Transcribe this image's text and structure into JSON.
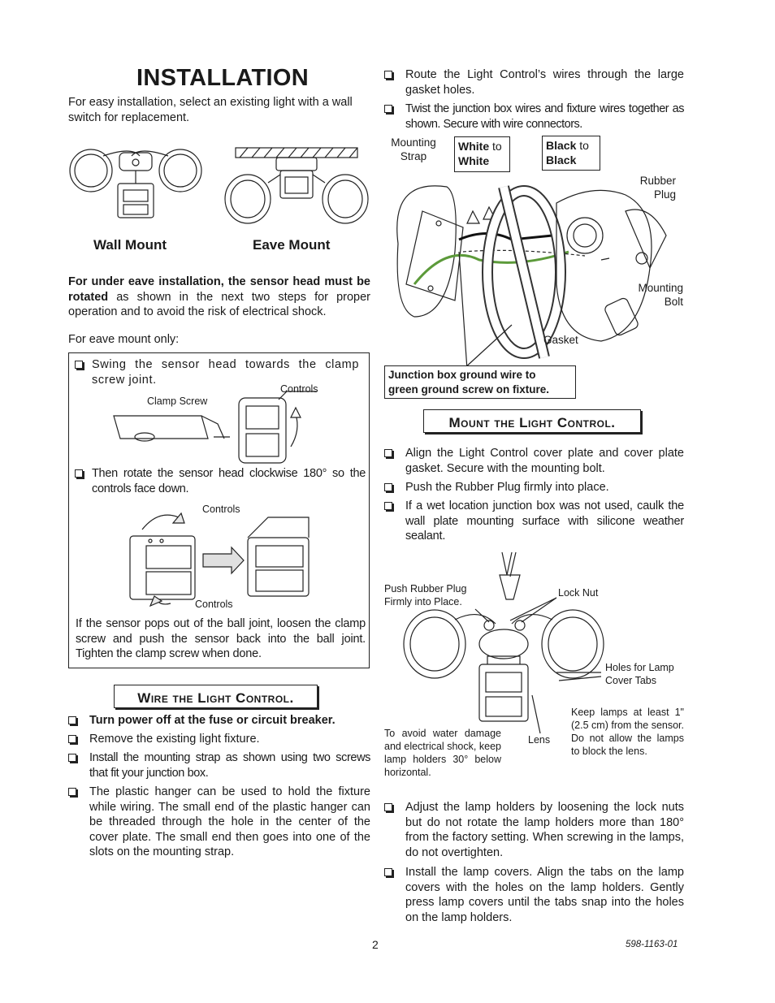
{
  "title": "INSTALLATION",
  "intro": "For easy installation, select an existing light with a wall switch for replacement.",
  "mount_labels": {
    "wall": "Wall Mount",
    "eave": "Eave Mount"
  },
  "eave_note": {
    "bold": "For under eave installation, the sensor head must be rotated",
    "rest": " as shown in the next two steps for proper operation and to avoid the risk of electrical shock."
  },
  "eave_only": "For eave mount only:",
  "eave_box": {
    "step1": "Swing the sensor head towards the clamp screw joint.",
    "label_controls": "Controls",
    "label_clamp": "Clamp Screw",
    "step2": "Then rotate the sensor head clockwise 180° so the controls face down.",
    "label_controls_top": "Controls",
    "label_controls_bottom": "Controls",
    "pop_note": "If the sensor pops out of the ball joint, loosen the clamp screw and push the sensor back into the ball joint. Tighten the clamp screw when done."
  },
  "wire_section": {
    "heading": "Wire the Light Control.",
    "items": [
      "Turn power off at the fuse or circuit breaker.",
      "Remove the existing light fixture.",
      "Install the mounting strap as shown using two screws that fit your junction box.",
      "The plastic hanger can be used to hold the fixture while wiring. The small end of the plastic hanger can be threaded through the hole in the center of the cover plate. The small end then goes into one of the slots on the mounting strap."
    ]
  },
  "right_top": [
    "Route the Light Control’s wires through the large gasket holes.",
    "Twist the junction box wires and fixture wires together as shown. Secure with wire connectors."
  ],
  "wiring_diagram": {
    "mounting_strap": [
      "Mounting",
      "Strap"
    ],
    "white": {
      "a": "White",
      "to": " to",
      "b": "White"
    },
    "black": {
      "a": "Black",
      "to": " to",
      "b": "Black"
    },
    "rubber_plug": [
      "Rubber",
      "Plug"
    ],
    "mounting_bolt": [
      "Mounting",
      "Bolt"
    ],
    "gasket": "Gasket",
    "ground": [
      "Junction box ground wire to",
      "green ground screw on fixture."
    ]
  },
  "mount_section": {
    "heading": "Mount the Light Control.",
    "items": [
      "Align the Light Control cover plate and cover plate gasket. Secure with the mounting bolt.",
      "Push the Rubber Plug firmly into place.",
      "If a wet location junction box was not used, caulk the wall plate mounting surface with silicone weather sealant."
    ]
  },
  "fixture_diagram": {
    "push_plug": [
      "Push Rubber Plug",
      "Firmly into Place."
    ],
    "lock_nut": "Lock Nut",
    "holes": [
      "Holes for Lamp",
      "Cover Tabs"
    ],
    "keep_lamps": "Keep lamps at least 1\" (2.5 cm) from the sensor. Do not allow the lamps to block the lens.",
    "lens": "Lens",
    "avoid_water": "To avoid water damage and electrical shock, keep lamp holders 30° below horizontal."
  },
  "right_bottom": [
    "Adjust the lamp holders by loosening the lock nuts but do not rotate the lamp holders more than 180° from the factory setting. When screwing in the lamps, do not overtighten.",
    "Install the lamp covers. Align the tabs on the lamp covers with the holes on the lamp holders. Gently press lamp covers until the tabs snap into the holes on the lamp holders."
  ],
  "footer": {
    "page": "2",
    "doc": "598-1163-01"
  }
}
